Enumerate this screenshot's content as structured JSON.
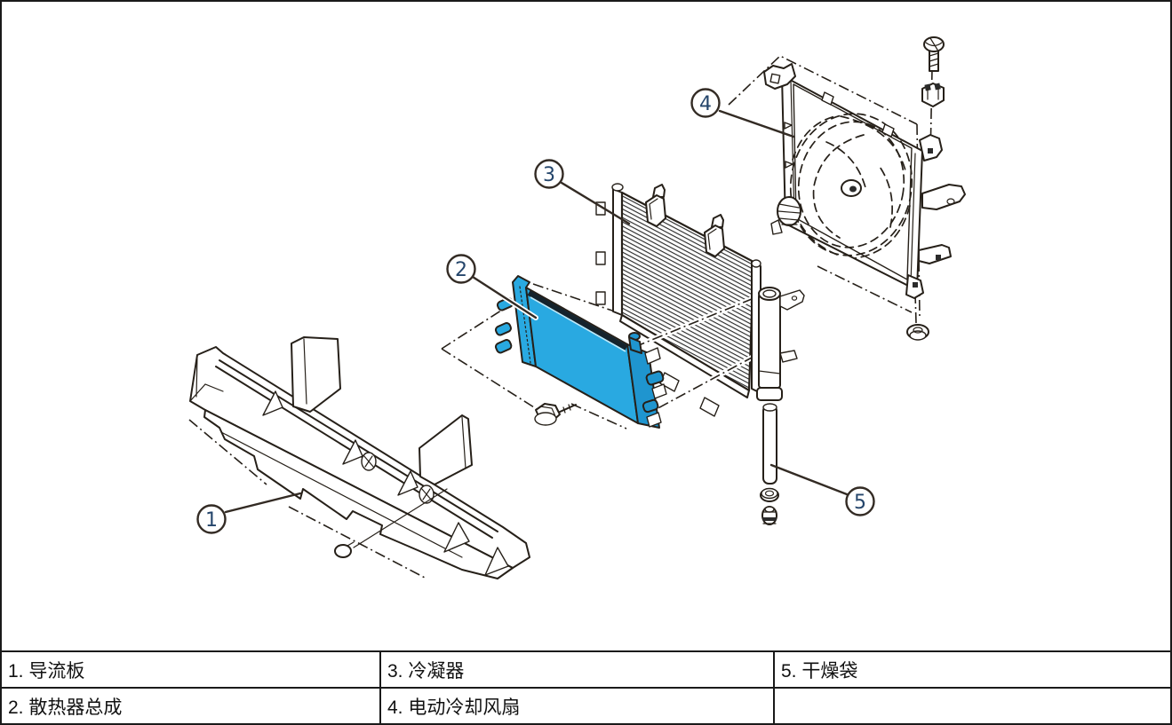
{
  "page": {
    "background": "#ffffff",
    "border_color": "#1a1a1a"
  },
  "diagram": {
    "type": "exploded-parts-diagram",
    "highlight_color": "#29a9e1",
    "line_color": "#262019",
    "callouts": [
      {
        "number": "1"
      },
      {
        "number": "2"
      },
      {
        "number": "3"
      },
      {
        "number": "4"
      },
      {
        "number": "5"
      }
    ]
  },
  "legend_table": {
    "rows": [
      [
        "1. 导流板",
        "3. 冷凝器",
        "5. 干燥袋"
      ],
      [
        "2. 散热器总成",
        "4. 电动冷却风扇",
        ""
      ]
    ]
  }
}
